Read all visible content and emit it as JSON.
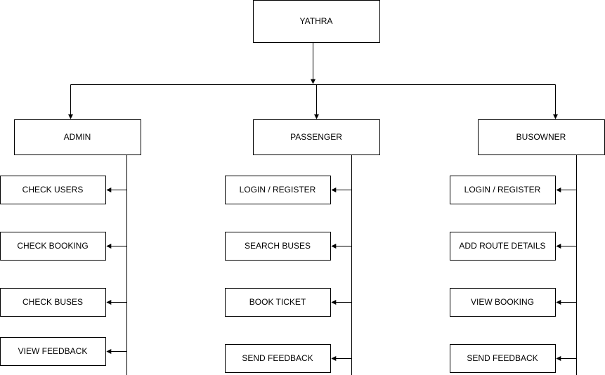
{
  "diagram": {
    "root": {
      "label": "YATHRA"
    },
    "branches": [
      {
        "label": "ADMIN",
        "children": [
          "CHECK USERS",
          "CHECK BOOKING",
          "CHECK BUSES",
          "VIEW FEEDBACK"
        ]
      },
      {
        "label": "PASSENGER",
        "children": [
          "LOGIN / REGISTER",
          "SEARCH BUSES",
          "BOOK TICKET",
          "SEND FEEDBACK"
        ]
      },
      {
        "label": "BUSOWNER",
        "children": [
          "LOGIN / REGISTER",
          "ADD ROUTE DETAILS",
          "VIEW BOOKING",
          "SEND FEEDBACK"
        ]
      }
    ]
  }
}
